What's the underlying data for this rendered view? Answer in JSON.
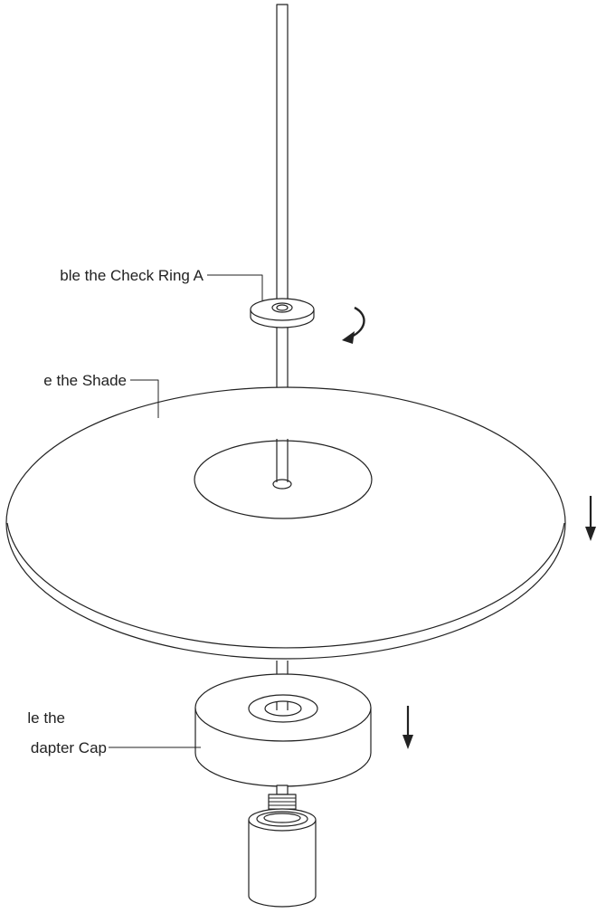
{
  "labels": {
    "check_ring": "ble the Check Ring A",
    "shade": "e the Shade",
    "adapter_cap_line1": "le the",
    "adapter_cap_line2": "dapter Cap"
  },
  "colors": {
    "stroke": "#222222",
    "fill": "#ffffff"
  }
}
